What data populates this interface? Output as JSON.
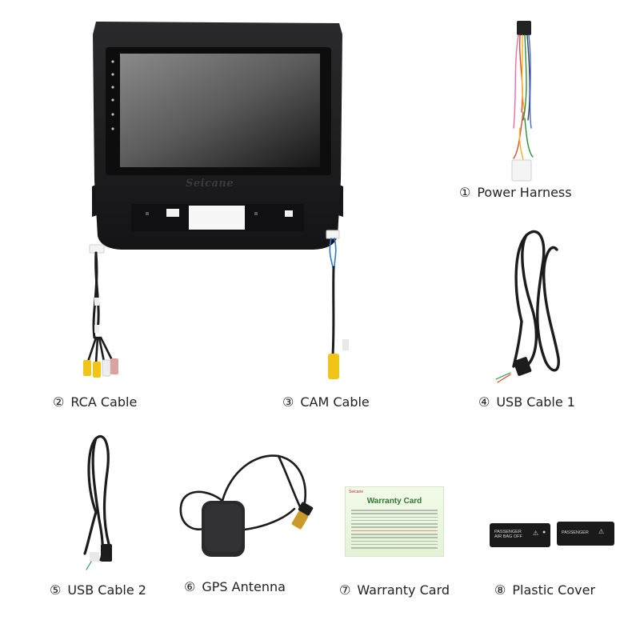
{
  "screen": {
    "brand": "Seicane"
  },
  "items": [
    {
      "num": "①",
      "label": "Power Harness"
    },
    {
      "num": "②",
      "label": "RCA Cable"
    },
    {
      "num": "③",
      "label": "CAM Cable"
    },
    {
      "num": "④",
      "label": "USB Cable 1"
    },
    {
      "num": "⑤",
      "label": "USB Cable 2"
    },
    {
      "num": "⑥",
      "label": "GPS Antenna"
    },
    {
      "num": "⑦",
      "label": "Warranty Card"
    },
    {
      "num": "⑧",
      "label": "Plastic Cover"
    }
  ],
  "warranty_card": {
    "brand": "Seicane",
    "title": "Warranty Card"
  },
  "plastic_cover": {
    "left_text_line1": "PASSENGER",
    "left_text_line2": "AIR BAG OFF",
    "right_text": "PASSENGER"
  },
  "colors": {
    "unit_body": "#1b1b1d",
    "screen": "#6f6f6f",
    "cable_black": "#1c1c1c",
    "rca_yellow": "#f0c419",
    "rca_white": "#eeeeee",
    "rca_red": "#d9a39f",
    "warranty_green": "#2f7a31"
  }
}
